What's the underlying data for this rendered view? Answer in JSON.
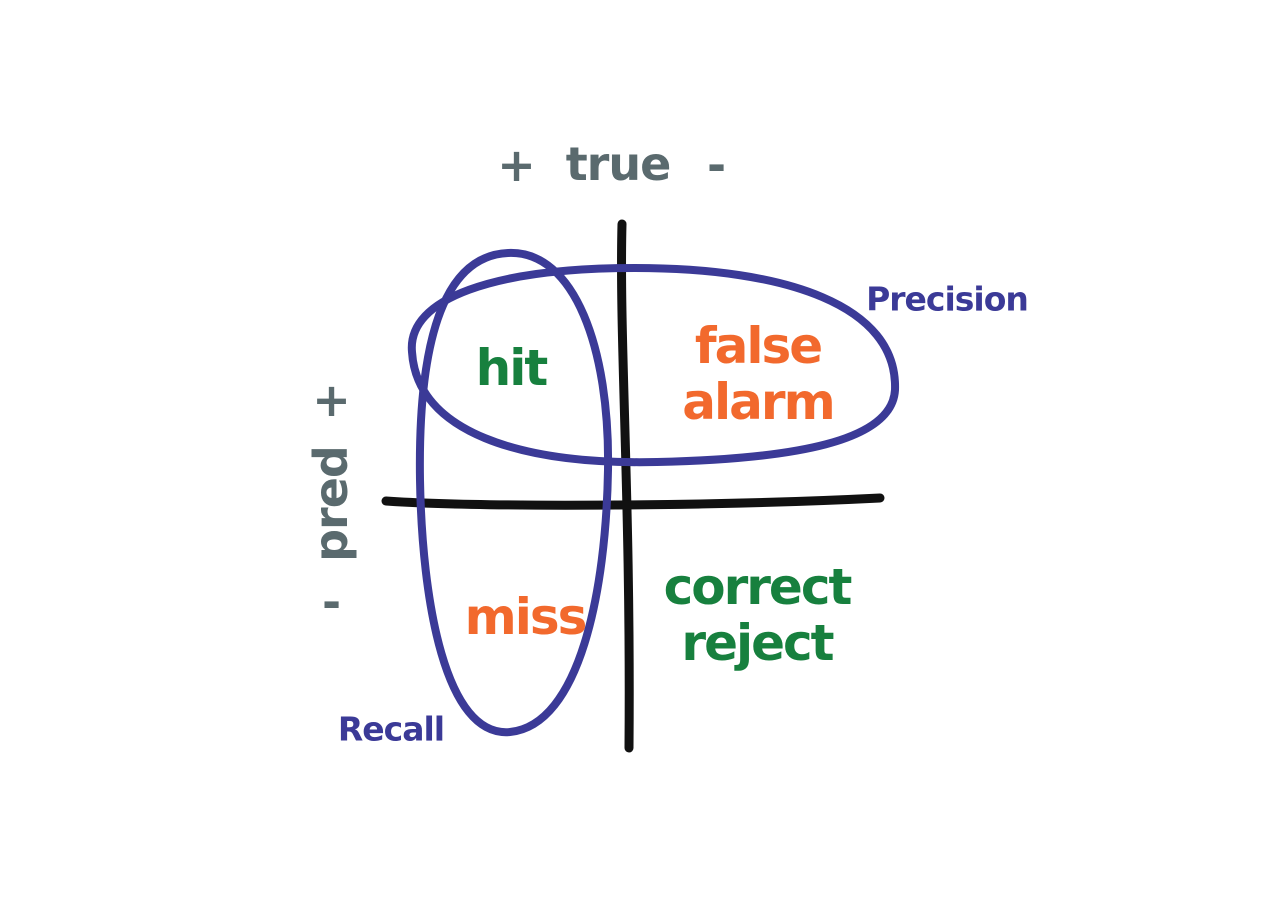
{
  "diagram": {
    "kind": "hand-drawn confusion-matrix quadrant sketch",
    "axes": {
      "true_axis": {
        "plus": "+",
        "label": "true",
        "minus": "-"
      },
      "pred_axis": {
        "plus": "+",
        "label": "pred",
        "minus": "-"
      }
    },
    "quadrants": {
      "hit": "hit",
      "false_alarm": "false\nalarm",
      "miss": "miss",
      "correct_reject": "correct\nreject"
    },
    "metrics": {
      "precision": "Precision",
      "recall": "Recall"
    }
  },
  "colors": {
    "text_axis": "#5a6a6e",
    "green": "#17803e",
    "orange": "#f2692d",
    "indigo": "#3b3a97",
    "axis_line": "#111111",
    "bg": "#ffffff"
  }
}
